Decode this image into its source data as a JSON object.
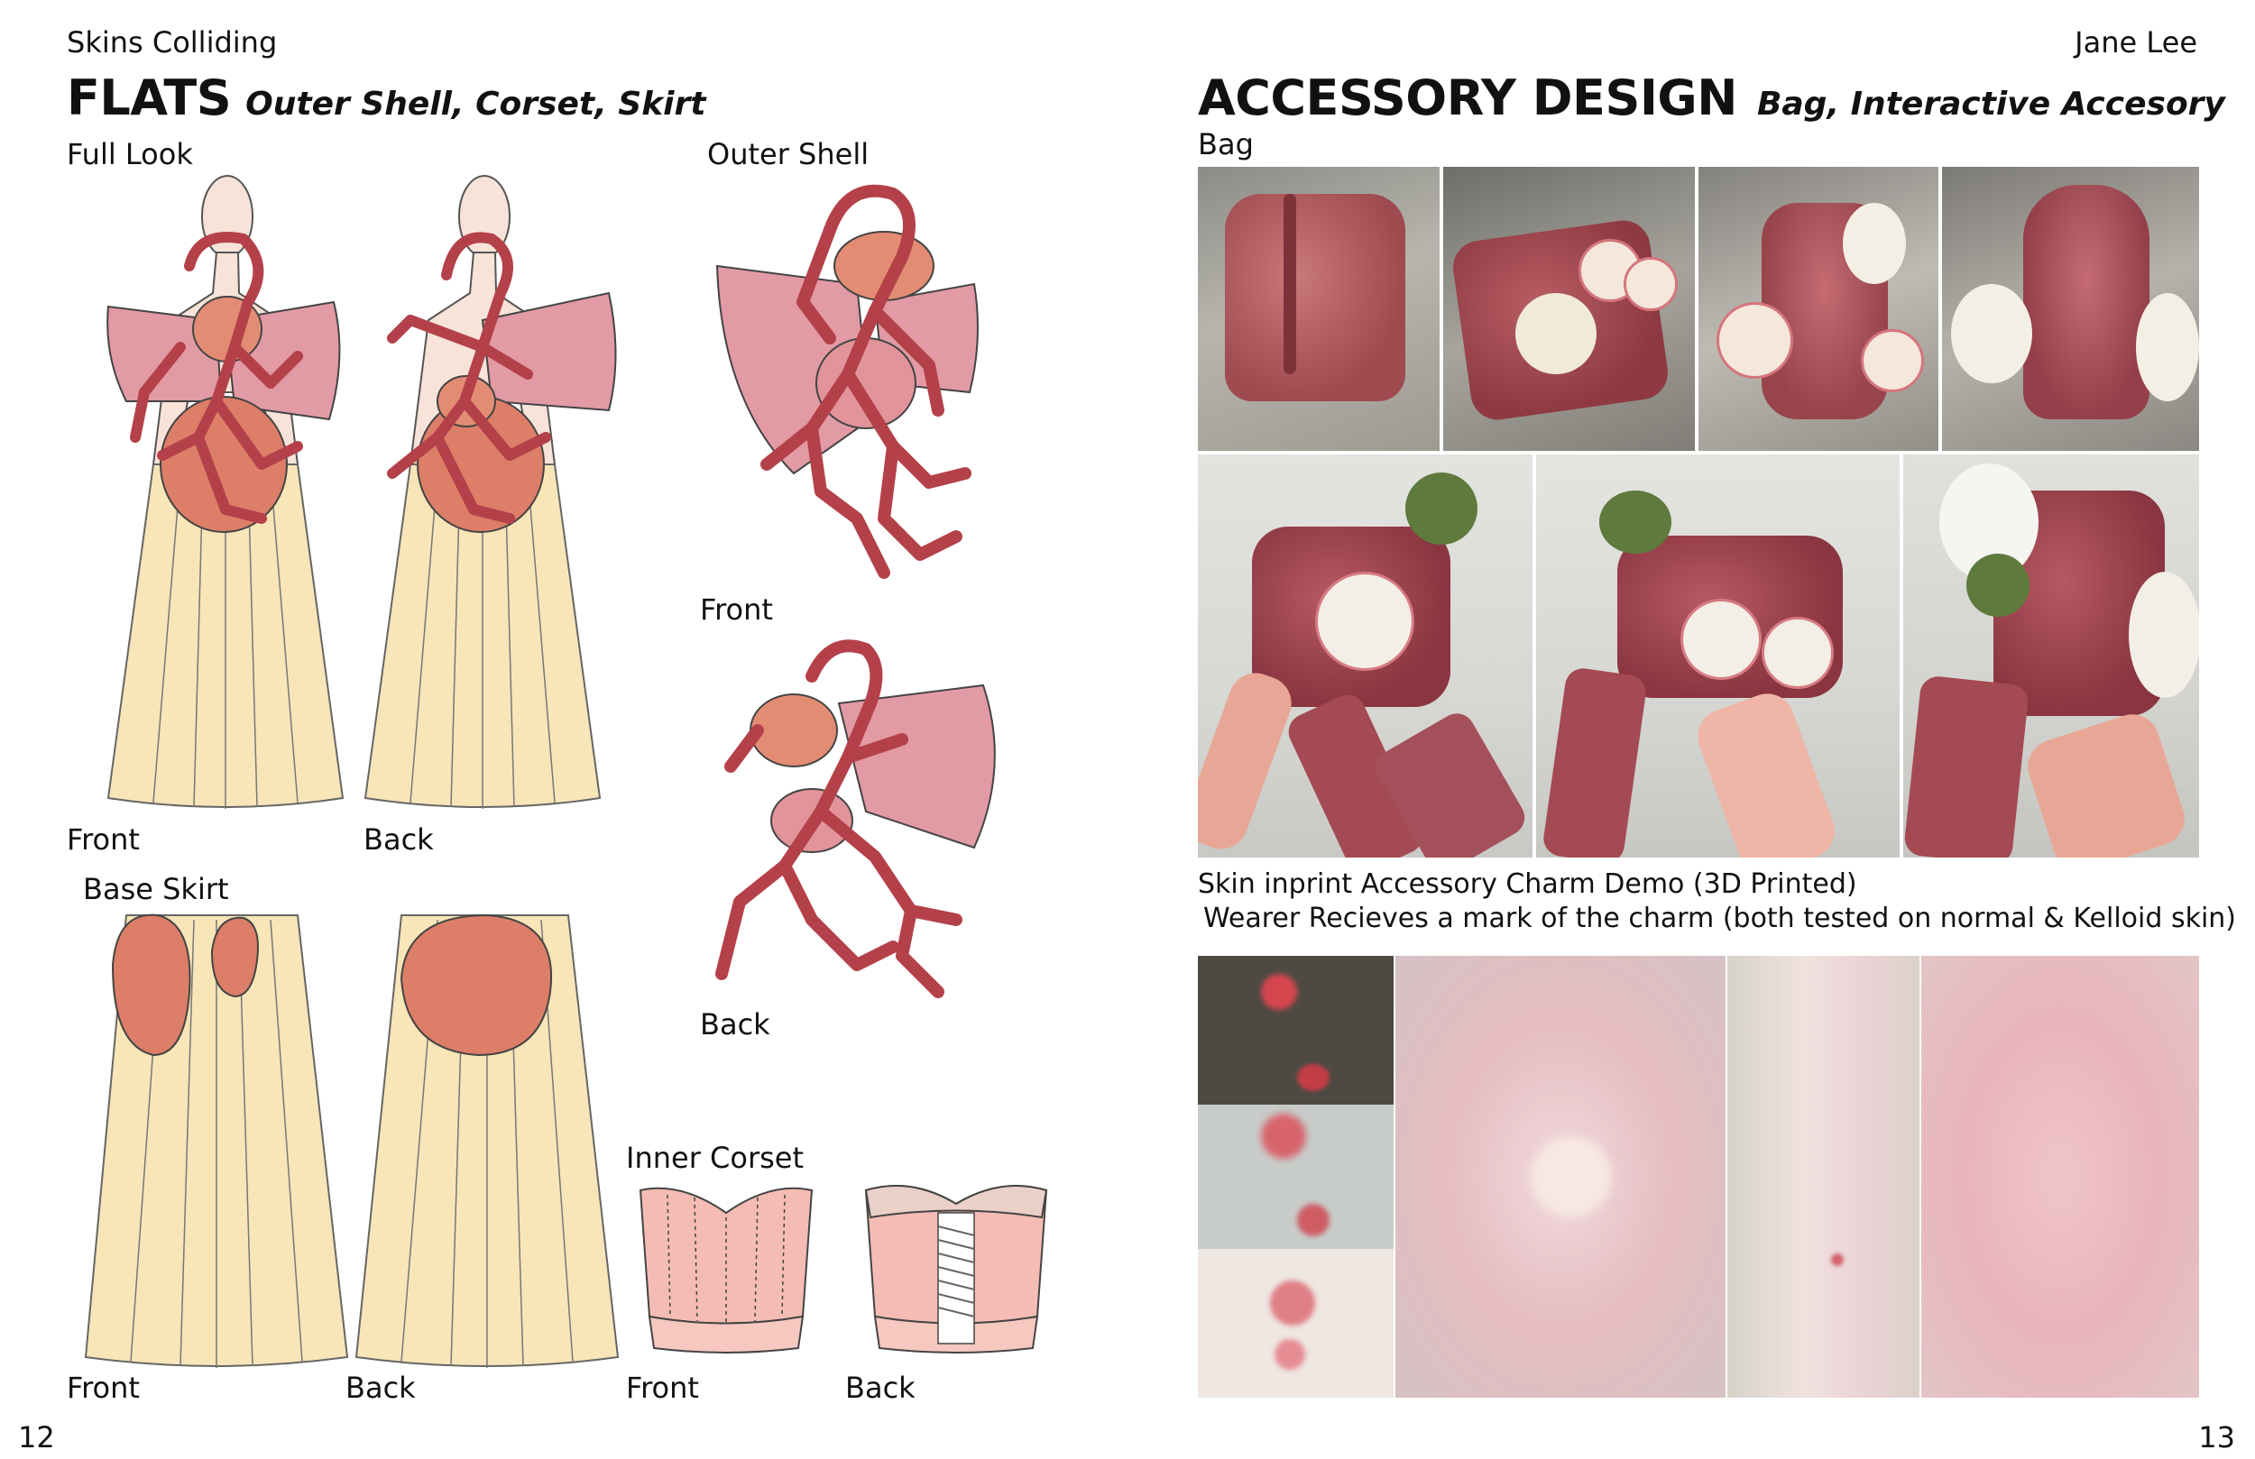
{
  "header": {
    "left_title": "Skins Colliding",
    "right_author": "Jane Lee"
  },
  "left_page": {
    "title": "FLATS",
    "subtitle": "Outer Shell, Corset, Skirt",
    "full_look": {
      "label": "Full Look",
      "front": "Front",
      "back": "Back"
    },
    "outer_shell": {
      "label": "Outer Shell",
      "front": "Front",
      "back": "Back"
    },
    "base_skirt": {
      "label": "Base Skirt",
      "front": "Front",
      "back": "Back"
    },
    "inner_corset": {
      "label": "Inner Corset",
      "front": "Front",
      "back": "Back"
    },
    "page_number": "12"
  },
  "right_page": {
    "title": "ACCESSORY DESIGN",
    "subtitle": "Bag, Interactive Accesory",
    "bag_label": "Bag",
    "caption_line1": "Skin inprint Accessory Charm Demo (3D Printed)",
    "caption_line2": "Wearer Recieves a mark of the charm (both tested on normal & Kelloid skin)",
    "page_number": "13"
  },
  "colors": {
    "vein": "#b4414a",
    "bow": "#e29aa4",
    "bulb": "#dc7e68",
    "skirt": "#f8e5b8",
    "corset": "#f4bcb4"
  }
}
